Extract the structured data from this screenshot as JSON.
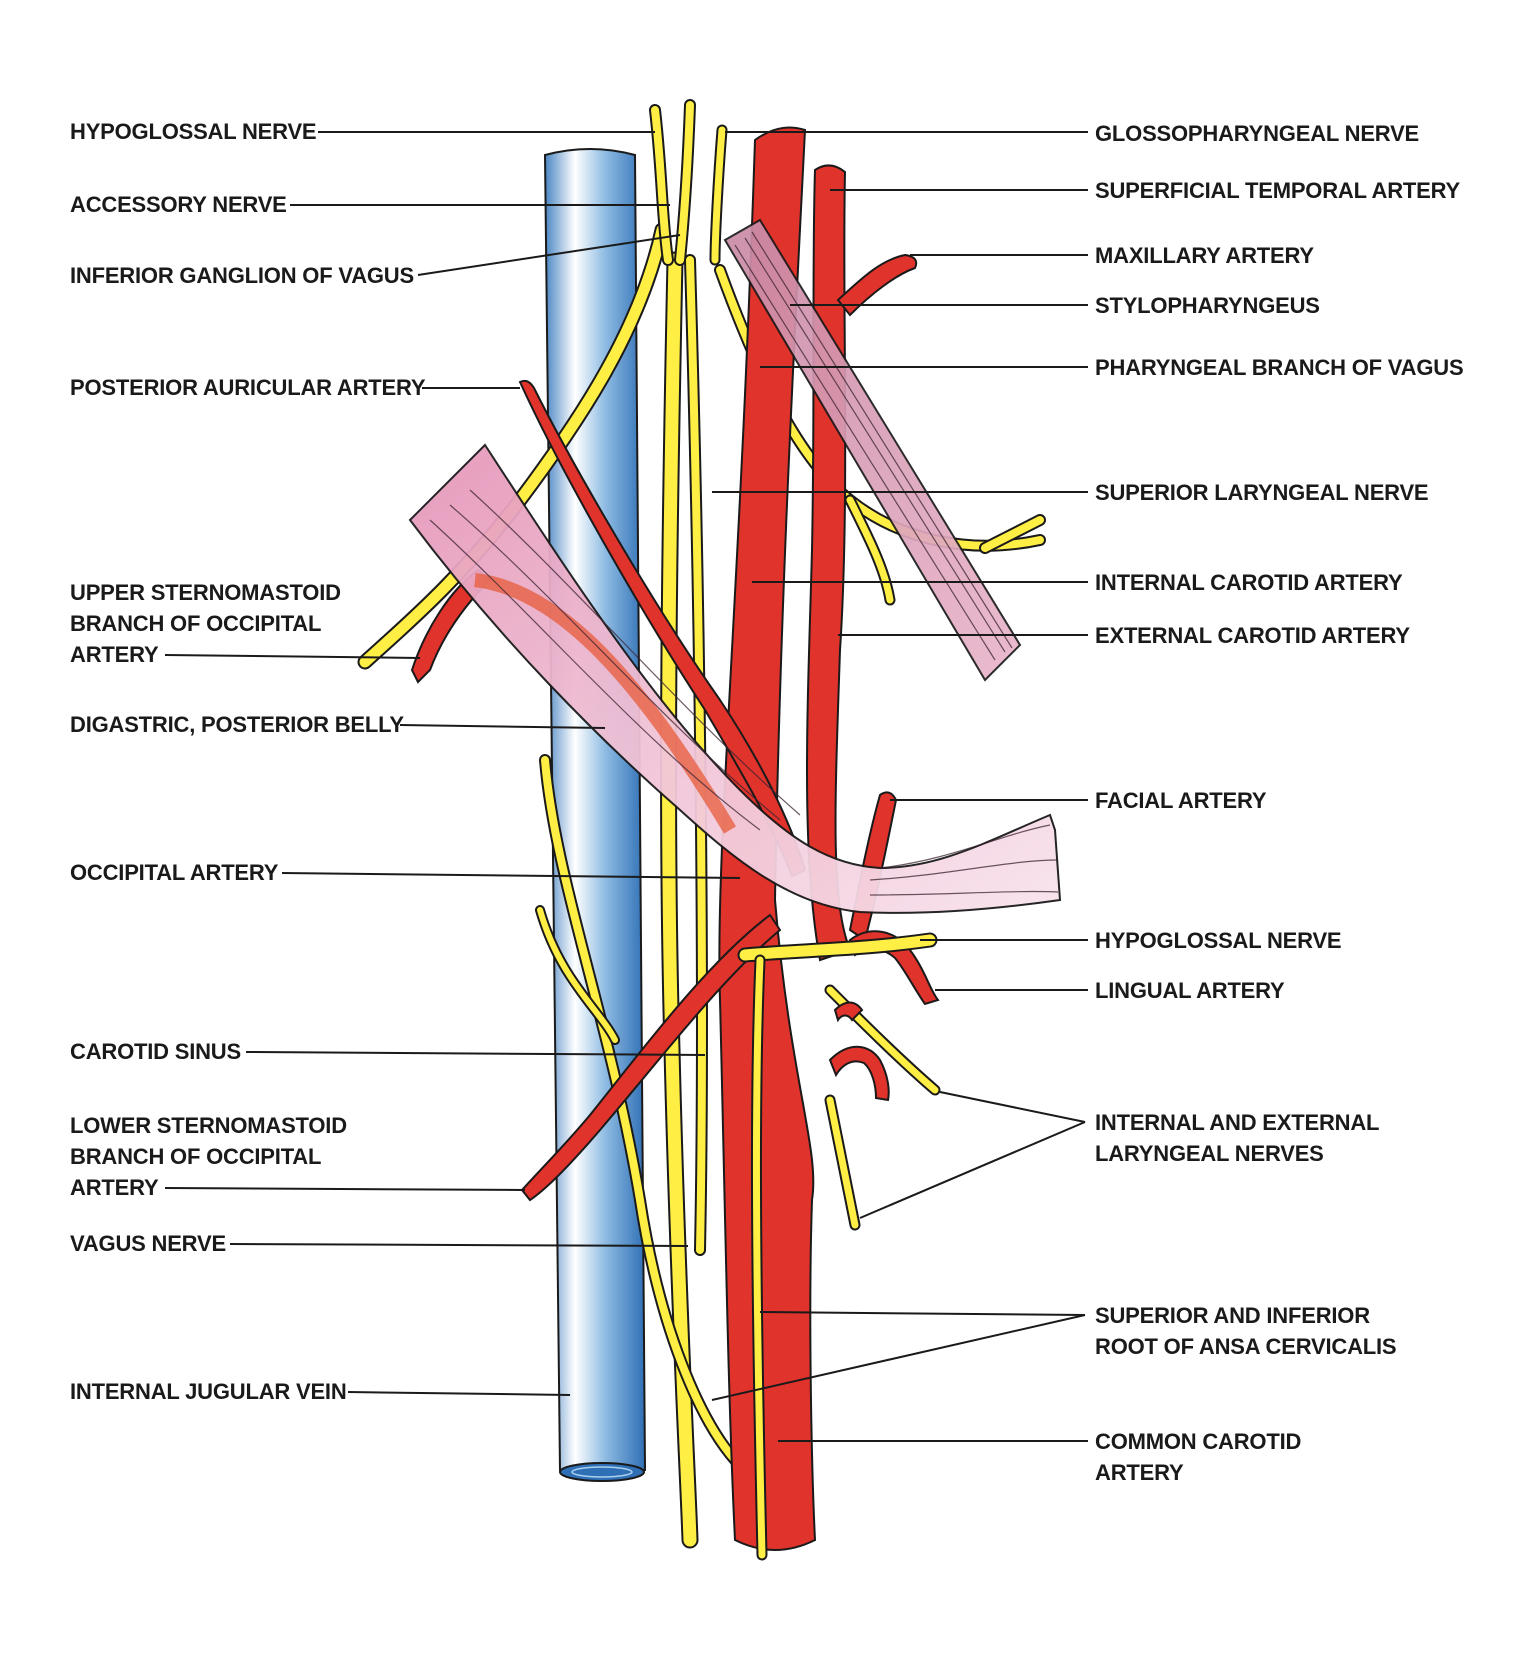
{
  "colors": {
    "artery": "#e0332b",
    "nerve": "#ffee44",
    "vein_light": "#e6f3fb",
    "vein_dark": "#2f6fb5",
    "muscle": "#e6a9c3",
    "outline": "#1a1a1a"
  },
  "labels_left": {
    "hypoglossal_nerve": "HYPOGLOSSAL NERVE",
    "accessory_nerve": "ACCESSORY NERVE",
    "inferior_ganglion": "INFERIOR GANGLION OF VAGUS",
    "posterior_auricular": "POSTERIOR AURICULAR ARTERY",
    "upper_sternomastoid": "UPPER STERNOMASTOID\nBRANCH OF OCCIPITAL\nARTERY",
    "digastric": "DIGASTRIC, POSTERIOR BELLY",
    "occipital": "OCCIPITAL ARTERY",
    "carotid_sinus": "CAROTID SINUS",
    "lower_sternomastoid": "LOWER STERNOMASTOID\nBRANCH OF OCCIPITAL\nARTERY",
    "vagus": "VAGUS NERVE",
    "ijv": "INTERNAL JUGULAR VEIN"
  },
  "labels_right": {
    "glossopharyngeal": "GLOSSOPHARYNGEAL NERVE",
    "superficial_temporal": "SUPERFICIAL TEMPORAL ARTERY",
    "maxillary": "MAXILLARY ARTERY",
    "stylopharyngeus": "STYLOPHARYNGEUS",
    "pharyngeal_branch": "PHARYNGEAL BRANCH OF VAGUS",
    "superior_laryngeal": "SUPERIOR LARYNGEAL NERVE",
    "ica": "INTERNAL CAROTID ARTERY",
    "eca": "EXTERNAL CAROTID ARTERY",
    "facial": "FACIAL ARTERY",
    "hypoglossal_nerve": "HYPOGLOSSAL NERVE",
    "lingual": "LINGUAL ARTERY",
    "laryngeal_nerves": "INTERNAL AND EXTERNAL\nLARYNGEAL NERVES",
    "ansa": "SUPERIOR AND INFERIOR\nROOT OF ANSA CERVICALIS",
    "cca": "COMMON CAROTID\nARTERY"
  }
}
